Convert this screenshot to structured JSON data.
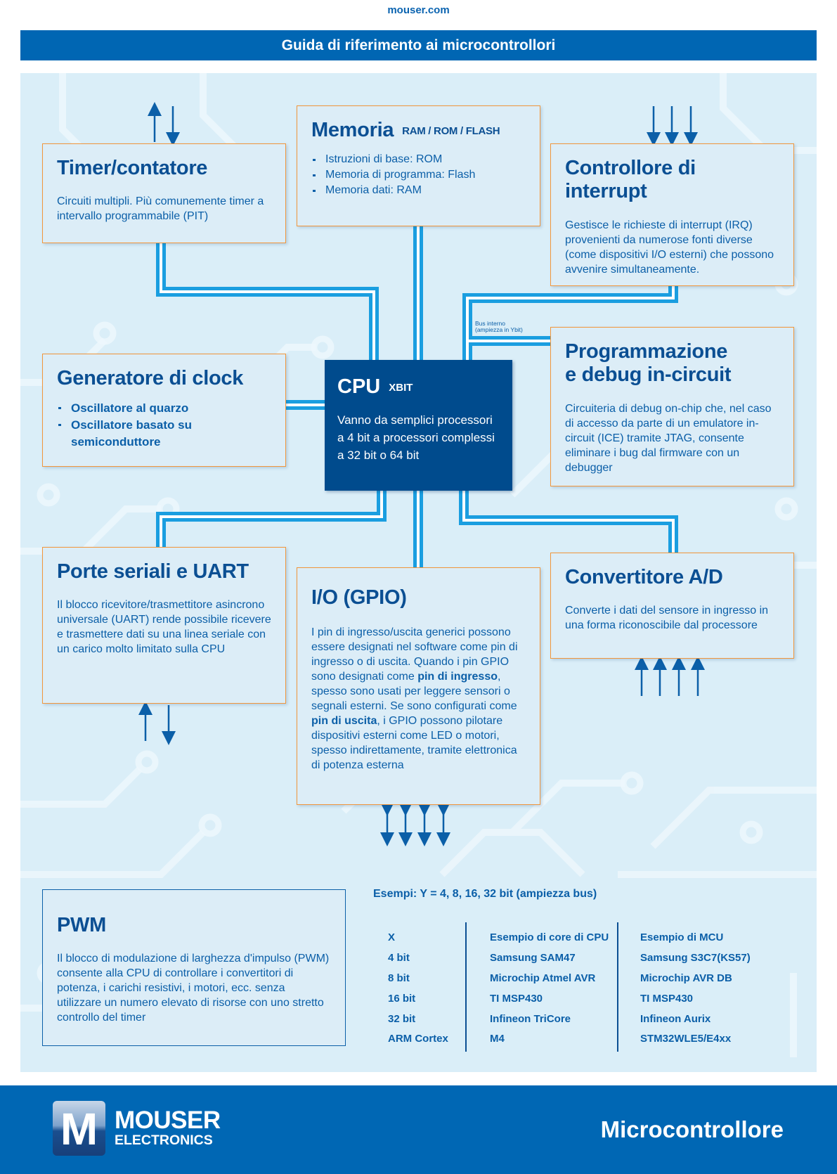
{
  "site": "mouser.com",
  "title": "Guida di riferimento ai microcontrollori",
  "colors": {
    "brand_blue": "#0066b3",
    "cpu": "#004b8d",
    "bus": "#1a9ee0",
    "box_border": "#f2963a",
    "background": "#daeef8"
  },
  "timer": {
    "title": "Timer/contatore",
    "body": "Circuiti multipli. Più comunemente timer a intervallo programmabile (PIT)"
  },
  "memoria": {
    "title": "Memoria",
    "subtitle": "RAM / ROM / FLASH",
    "items": [
      "Istruzioni di base: ROM",
      "Memoria di programma: Flash",
      "Memoria dati: RAM"
    ]
  },
  "interrupt": {
    "title": "Controllore di interrupt",
    "body": "Gestisce le richieste di interrupt (IRQ) provenienti da numerose fonti diverse (come dispositivi I/O esterni) che possono avvenire simultaneamente."
  },
  "clock": {
    "title": "Generatore di clock",
    "items": [
      "Oscillatore al quarzo",
      "Oscillatore basato su semiconduttore"
    ]
  },
  "cpu": {
    "title": "CPU",
    "subtitle": "XBIT",
    "body": "Vanno da semplici processori a 4 bit a processori complessi a 32 bit o 64 bit"
  },
  "bus_label": {
    "line1": "Bus interno",
    "line2": "(ampiezza in Ybit)"
  },
  "debug": {
    "title": "Programmazione e debug in-circuit",
    "body": "Circuiteria di debug on-chip che, nel caso di accesso da parte di un emulatore in-circuit (ICE) tramite JTAG, consente eliminare i bug dal firmware con un debugger"
  },
  "uart": {
    "title": "Porte seriali e UART",
    "body": "Il blocco ricevitore/trasmettitore asincrono universale (UART) rende possibile ricevere e trasmettere dati su una linea seriale con un carico molto limitato sulla CPU"
  },
  "gpio": {
    "title": "I/O (GPIO)",
    "parts": [
      "I pin di ingresso/uscita generici possono essere designati nel software come pin di ingresso o di uscita. Quando i pin GPIO sono designati come ",
      "pin di ingresso",
      ", spesso sono usati per leggere sensori o segnali esterni. Se sono configurati come ",
      "pin di uscita",
      ", i GPIO possono pilotare dispositivi esterni come LED o motori, spesso indirettamente, tramite elettronica di potenza esterna"
    ]
  },
  "adc": {
    "title": "Convertitore A/D",
    "body": "Converte i dati del sensore in ingresso in una forma riconoscibile dal processore"
  },
  "pwm": {
    "title": "PWM",
    "body": "Il blocco di modulazione di larghezza d'impulso (PWM) consente alla CPU di controllare i convertitori di potenza, i carichi resistivi, i motori, ecc. senza utilizzare un numero elevato di risorse con uno stretto controllo del timer"
  },
  "examples": {
    "heading": "Esempi: Y = 4, 8, 16, 32 bit (ampiezza bus)",
    "columns": [
      "X",
      "Esempio di core di CPU",
      "Esempio di MCU"
    ],
    "rows": [
      [
        "4 bit",
        "Samsung SAM47",
        "Samsung S3C7(KS57)"
      ],
      [
        "8 bit",
        "Microchip Atmel AVR",
        "Microchip AVR DB"
      ],
      [
        "16 bit",
        "TI MSP430",
        "TI MSP430"
      ],
      [
        "32 bit",
        "Infineon TriCore",
        "Infineon Aurix"
      ],
      [
        "ARM Cortex",
        "M4",
        "STM32WLE5/E4xx"
      ]
    ]
  },
  "footer": {
    "logo_line1": "MOUSER",
    "logo_line2": "ELECTRONICS",
    "logo_letter": "M",
    "title": "Microcontrollore"
  }
}
